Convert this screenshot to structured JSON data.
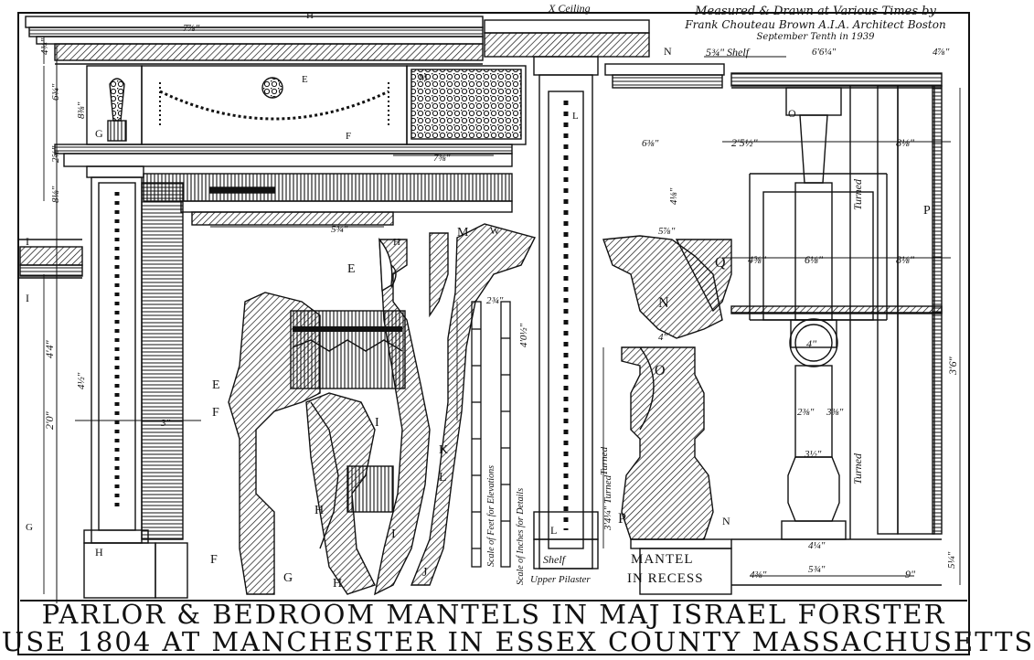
{
  "credit": {
    "line1": "Measured & Drawn at Various Times by",
    "line2": "Frank Chouteau Brown A.I.A. Architect Boston",
    "line3": "September Tenth in 1939"
  },
  "title": {
    "line1": "PARLOR & BEDROOM MANTELS IN MAJ ISRAEL FORSTER",
    "line2": "HOUSE 1804 AT MANCHESTER IN ESSEX COUNTY MASSACHUSETTS"
  },
  "section_labels": {
    "ceiling": "X Ceiling",
    "shelf_top": "5¾\" Shelf",
    "shelf_bottom": "Shelf",
    "upper_pilaster": "Upper Pilaster",
    "mantel_in_recess_1": "MANTEL",
    "mantel_in_recess_2": "IN RECESS",
    "turned_1": "Turned",
    "turned_2": "Turned",
    "turned_3": "Turned",
    "scale_feet": "Scale of Feet for Elevations",
    "scale_inches": "Scale of Inches for Details"
  },
  "detail_letters": {
    "H_top": "H",
    "E_frieze": "E",
    "M_panel": "M",
    "G": "G",
    "F_frieze": "F",
    "I_left": "I",
    "I_left2": "I",
    "E_mid": "E",
    "E_left": "E",
    "F_left": "F",
    "F_left2": "F",
    "G_bottom": "G",
    "H_bottom": "H",
    "H_detail": "H",
    "I_detail": "I",
    "J_detail": "J",
    "K_detail": "K",
    "L_detail": "L",
    "I_mid": "I",
    "H_low": "H",
    "G_left": "G",
    "H_base": "H",
    "F_base": "F",
    "L_base": "L",
    "P_detail": "P",
    "O_detail": "O",
    "N_mid": "N",
    "N_top": "N",
    "Q_detail": "Q",
    "O_top": "O",
    "P_right": "P",
    "N_low": "N",
    "I_side": "I",
    "L_top": "L",
    "M_top": "M",
    "W_top": "W"
  },
  "dimensions": {
    "d_7_8": "7⅞\"",
    "d_4_3_4": "4¾\"",
    "d_6_3_4": "6¾\"",
    "d_8_3_8": "8⅜\"",
    "d_2_5_8": "2⅝\"",
    "d_8_1_8": "8⅛\"",
    "d_4_4": "4'4\"",
    "d_2_0": "2'0\"",
    "d_3": "3\"",
    "d_4_1_2": "4½\"",
    "d_7_3_8": "7⅜\"",
    "d_5_3_4": "5¾\"",
    "d_2_3_4": "2¾\"",
    "d_4_0_1_2": "4'0½\"",
    "d_3_4_1_4": "3'4¼\" Turned",
    "d_4": "4\"",
    "d_6_3_8": "6⅜\"",
    "d_2_5_1_2": "2'5½\"",
    "d_8_1_8b": "8⅛\"",
    "d_4_5_8": "4⅝\"",
    "d_6_1_8": "6⅛\"",
    "d_8_1_8c": "8⅛\"",
    "d_4_circ": "4\"",
    "d_3_6": "3'6\"",
    "d_2_3_8": "2⅜\"",
    "d_3_3_8": "3⅜\"",
    "d_3_1_2": "3½\"",
    "d_4_1_4": "4¼\"",
    "d_5_3_4b": "5¾\"",
    "d_9": "9\"",
    "d_5_1_4": "5¼\"",
    "d_4_7_8": "4⅞\"",
    "d_6_6_1_4": "6'6¼\"",
    "d_5_7_8": "5⅞\"",
    "d_4_1_8": "4⅛\"",
    "d_4_3_8": "4⅜\""
  },
  "colors": {
    "ink": "#111111",
    "paper": "#ffffff"
  }
}
